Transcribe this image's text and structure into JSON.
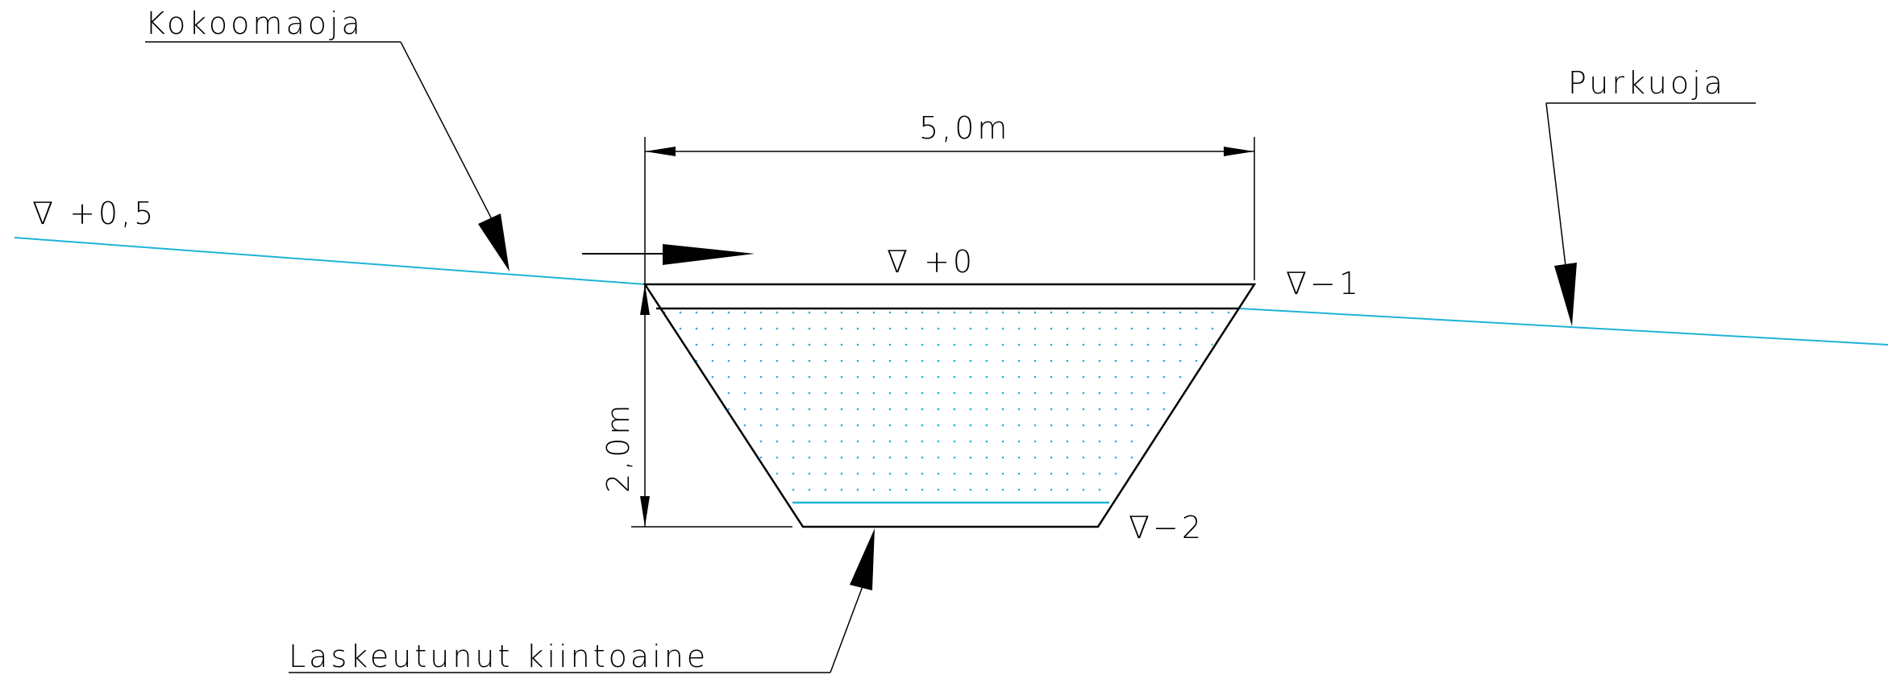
{
  "diagram": {
    "labels": {
      "inlet": "Kokoomaoja",
      "outlet": "Purkuoja",
      "sediment": "Laskeutunut kiintoaine",
      "width": "5,0m",
      "depth": "2,0m",
      "level_ground_left": "∇ +0,5",
      "level_top": "∇ +0",
      "level_right": "∇−1",
      "level_bottom": "∇−2"
    },
    "colors": {
      "water": "#1fb3d6",
      "line": "#000000",
      "background": "#ffffff"
    }
  }
}
